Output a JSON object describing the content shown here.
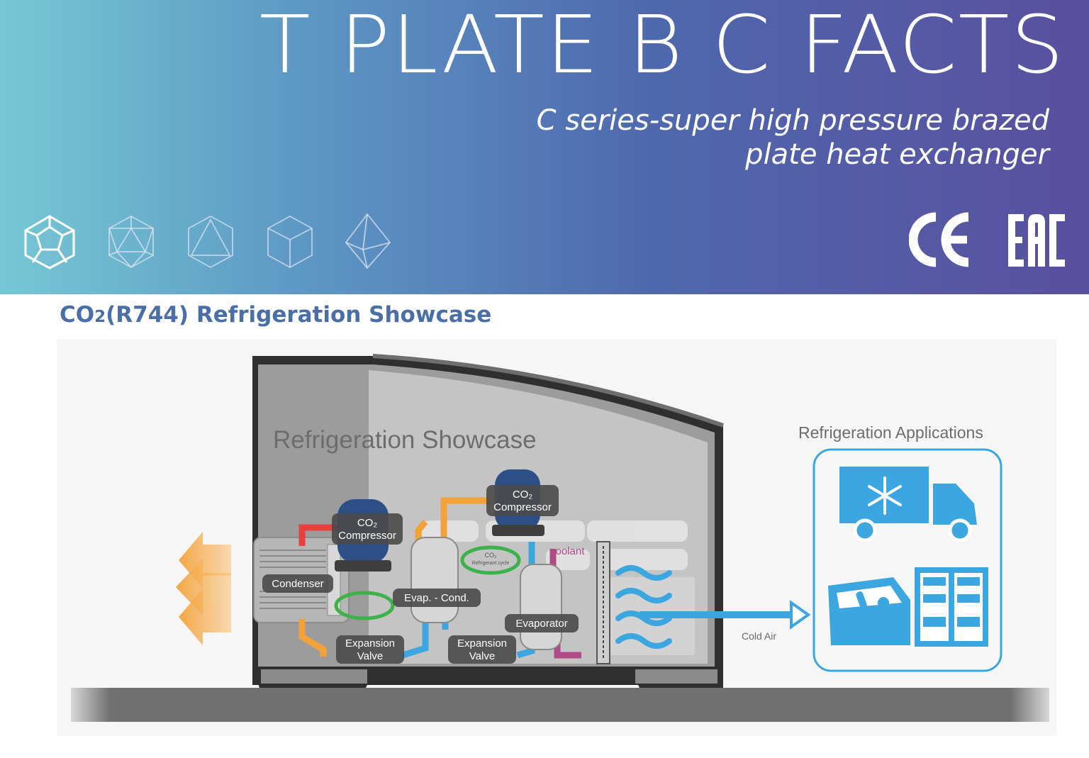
{
  "header": {
    "title": "T PLATE B C FACTS",
    "subtitle_line1": "C series-super high pressure brazed",
    "subtitle_line2": "plate heat exchanger",
    "certifications": [
      "CE",
      "EAC"
    ],
    "shape_icons": [
      "dodecahedron-icon",
      "icosahedron-icon",
      "tetrahedron-icon",
      "cube-icon",
      "octahedron-icon"
    ]
  },
  "section": {
    "title_prefix": "CO",
    "title_sub": "2",
    "title_suffix": "(R744) Refrigeration Showcase"
  },
  "diagram": {
    "showcase_label": "Refrigeration Showcase",
    "applications_label": "Refrigeration Applications",
    "compressor_left_line1": "CO₂",
    "compressor_left_line2": "Compressor",
    "compressor_right_line1": "CO₂",
    "compressor_right_line2": "Compressor",
    "condenser": "Condenser",
    "evap_cond": "Evap. - Cond.",
    "evaporator": "Evaporator",
    "expansion_valve_left_line1": "Expansion",
    "expansion_valve_left_line2": "Valve",
    "expansion_valve_right_line1": "Expansion",
    "expansion_valve_right_line2": "Valve",
    "coolant": "coolant",
    "cycle_label_line1": "CO₂",
    "cycle_label_line2": "Refrigerant cycle",
    "cold_air": "Cold Air",
    "colors": {
      "hot": "#f3a23a",
      "cold": "#3ba6df",
      "red_flow": "#e8403f",
      "green_cycle": "#3cb24a",
      "coolant": "#b04a88",
      "app_outline": "#3ba6df"
    }
  }
}
